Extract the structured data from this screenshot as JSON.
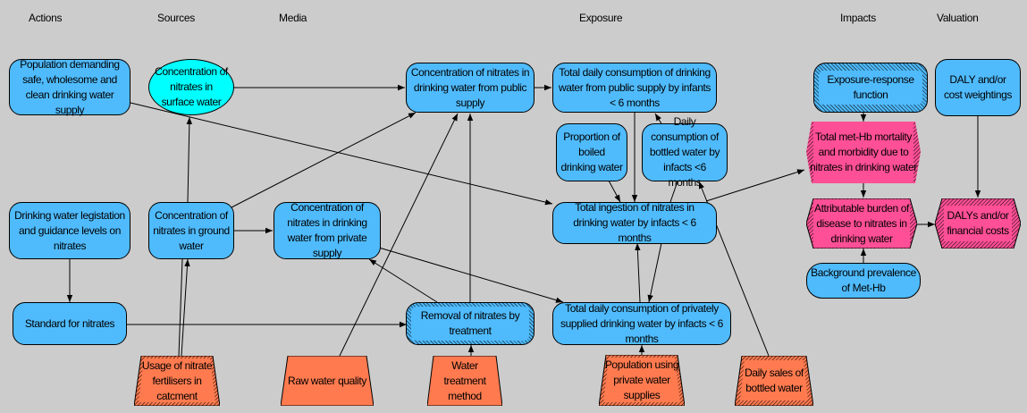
{
  "colors": {
    "background": "#cccccc",
    "decision_node": "#4fbbfd",
    "chance_node": "#00ffff",
    "objective_node": "#ff4f96",
    "input_node": "#ff7a4f",
    "edge": "#000000"
  },
  "column_headers": [
    "Actions",
    "Sources",
    "Media",
    "Exposure",
    "Impacts",
    "Valuation"
  ],
  "nodes": {
    "population_demanding": "Population demanding safe, wholesome and clean drinking water supply",
    "surface_water": "Concentration of nitrates in surface water",
    "public_supply_conc": "Concentration of nitrates in drinking water from public supply",
    "public_consumption": "Total daily consumption of drinking water from public supply by infants < 6 months",
    "exposure_response": "Exposure-response function",
    "daly_weightings": "DALY and/or cost weightings",
    "boiled_proportion": "Proportion of boiled drinking water",
    "bottled_consumption": "Daily consumption of bottled water by infacts <6 months",
    "met_hb_mortality": "Total met-Hb mortality and morbidity due to nitrates in drinking water",
    "legislation": "Drinking water legistation and guidance levels on nitrates",
    "ground_water": "Concentration of nitrates in ground water",
    "private_supply_conc": "Concentration of nitrates in drinking water from private supply",
    "total_ingestion": "Total ingestion of nitrates in drinking water by infacts < 6 months",
    "attributable_burden": "Attributable burden of disease to nitrates in drinking water",
    "dalys_costs": "DALYs and/or financial costs",
    "background_prevalence": "Background prevalence of Met-Hb",
    "standard": "Standard for nitrates",
    "removal_treatment": "Removal of nitrates by treatment",
    "private_consumption": "Total daily consumption of privately supplied drinking water by infacts < 6 months",
    "fertiliser_usage": "Usage of nitrate fertilisers in catcment",
    "raw_water": "Raw water quality",
    "treatment_method": "Water treatment method",
    "private_population": "Population using private water supplies",
    "bottled_sales": "Daily sales of bottled water"
  }
}
